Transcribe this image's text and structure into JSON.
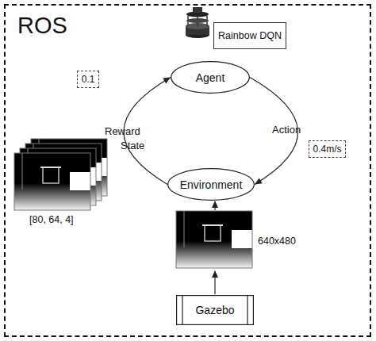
{
  "diagram": {
    "nodes": [
      {
        "text": [
          "ROS"
        ]
      },
      {
        "text": [
          "Rainbow DQN"
        ],
        "in": 0
      },
      {
        "text": [
          "Agent"
        ],
        "in": 0
      },
      {
        "text": [
          "0.1"
        ],
        "in": 0
      },
      {
        "text": [
          "0.4m/s"
        ],
        "in": 0
      },
      {
        "text": [
          "Environment"
        ],
        "in": 0
      },
      {
        "text": [
          "Gazebo"
        ],
        "in": 0
      }
    ],
    "edges": [
      {
        "from": 5,
        "to": 2,
        "label": "Reward",
        "arrow": "to"
      },
      {
        "from": 2,
        "to": 5,
        "label": "Action",
        "arrow": "to"
      }
    ],
    "labels": [
      "State",
      "[80, 64, 4]",
      "640x480"
    ]
  }
}
